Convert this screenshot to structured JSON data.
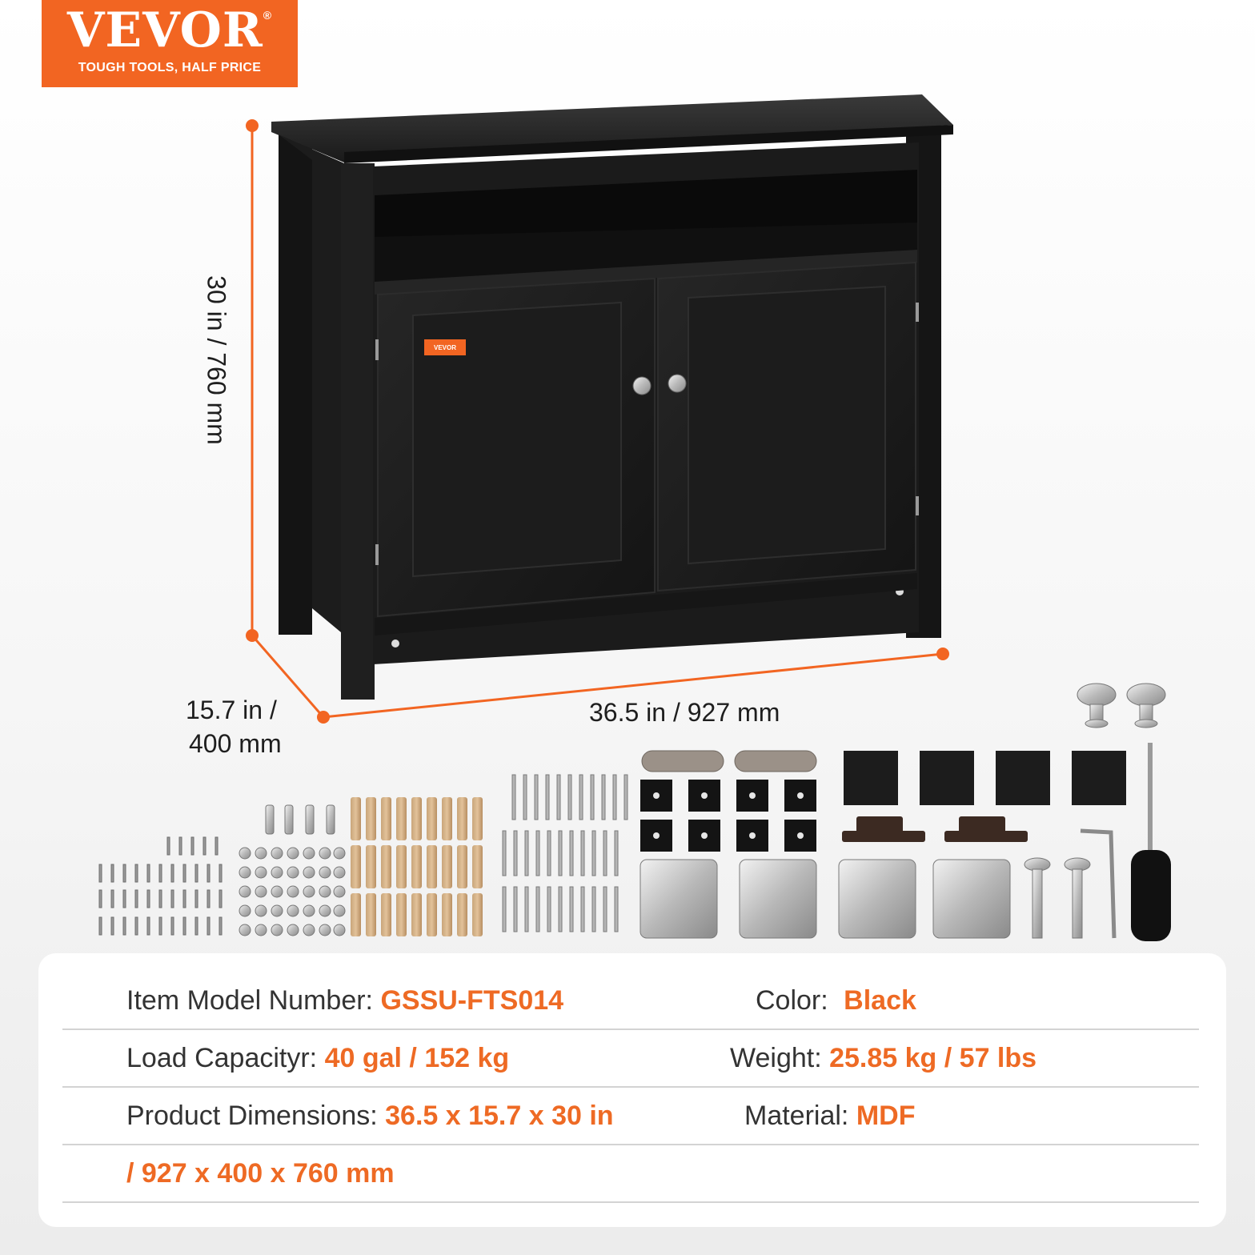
{
  "brand": {
    "name": "VEVOR",
    "registered": "®",
    "tagline": "TOUGH TOOLS, HALF PRICE",
    "color": "#f26522"
  },
  "door_badge": "VEVOR",
  "dimensions": {
    "height": "30 in / 760 mm",
    "depth_line1": "15.7 in /",
    "depth_line2": "400 mm",
    "width": "36.5 in / 927 mm",
    "line_color": "#f26522"
  },
  "accessories_icons": [
    "screws-icon",
    "shelf-pins-icon",
    "cam-locks-icon",
    "wooden-dowels-icon",
    "cam-bolts-icon",
    "connector-plates-icon",
    "door-buffers-icon",
    "foam-pads-icon",
    "magnet-catches-icon",
    "hinges-icon",
    "machine-screws-icon",
    "hex-key-icon",
    "screwdriver-icon",
    "knobs-icon"
  ],
  "specs": {
    "model_label": "Item Model Number:",
    "model_value": "GSSU-FTS014",
    "color_label": "Color:",
    "color_value": "Black",
    "load_label": "Load Capacityr:",
    "load_value": "40 gal / 152 kg",
    "weight_label": "Weight:",
    "weight_value": "25.85 kg / 57 lbs",
    "dims_label": "Product Dimensions:",
    "dims_value": "36.5 x 15.7 x 30 in",
    "material_label": "Material:",
    "material_value": "MDF",
    "dims_value_cont": "/ 927 x 400 x 760 mm",
    "accent": "#ee6a24"
  }
}
